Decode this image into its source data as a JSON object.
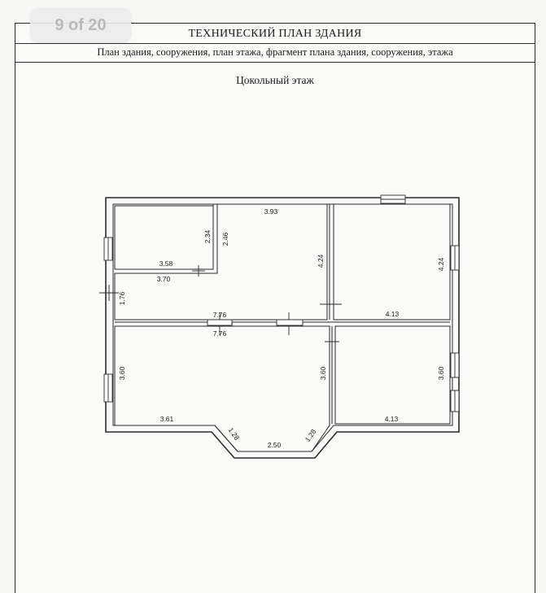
{
  "badge": {
    "text": "9 of 20"
  },
  "document": {
    "title": "ТЕХНИЧЕСКИЙ ПЛАН ЗДАНИЯ",
    "subtitle": "План здания, сооружения, план этажа, фрагмент плана здания, сооружения, этажа",
    "floor_name": "Цокольный этаж"
  },
  "dimensions": {
    "d_393": "3.93",
    "d_234": "2.34",
    "d_246": "2.46",
    "d_358": "3.58",
    "d_370": "3.70",
    "d_424a": "4.24",
    "d_424b": "4.24",
    "d_176": "1.76",
    "d_776a": "7.76",
    "d_776b": "7.76",
    "d_413a": "4.13",
    "d_360a": "3.60",
    "d_360b": "3.60",
    "d_360c": "3.60",
    "d_361": "3.61",
    "d_128a": "1.28",
    "d_250": "2.50",
    "d_128b": "1.28",
    "d_413b": "4.13"
  },
  "colors": {
    "line": "#2a2a2a",
    "paper": "#fbfbfa"
  }
}
